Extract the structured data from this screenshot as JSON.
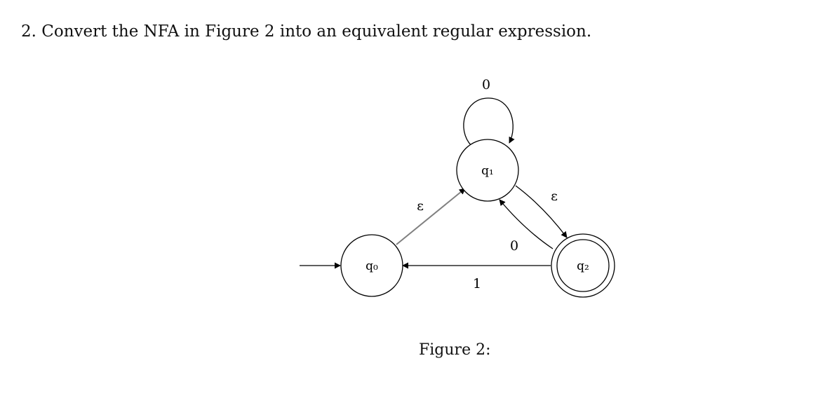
{
  "question": {
    "text": "2. Convert the NFA in Figure 2 into an equivalent regular expression."
  },
  "figure": {
    "caption": "Figure 2:",
    "states": {
      "q0": "q₀",
      "q1": "q₁",
      "q2": "q₂"
    },
    "edges": {
      "q1_self_loop": "0",
      "q0_to_q1": "ε",
      "q1_to_q2": "ε",
      "q2_to_q1": "0",
      "q2_to_q0": "1"
    },
    "accept_state": "q2",
    "start_state": "q0"
  }
}
